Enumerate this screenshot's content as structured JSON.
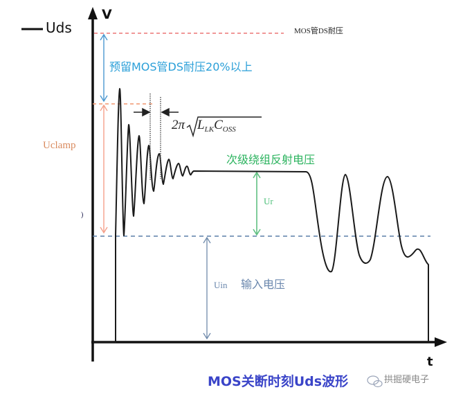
{
  "legend": {
    "line_label": "Uds"
  },
  "axes": {
    "y_label": "V",
    "x_label": "t"
  },
  "annotations": {
    "mos_rating": "MOS管DS耐压",
    "margin_note": "预留MOS管DS耐压20%以上",
    "uclamp": "Uclamp",
    "reflected_voltage": "次级绕组反射电压",
    "ur": "Ur",
    "uin": "Uin",
    "uin_cn": "输入电压",
    "formula_prefix": "2π",
    "formula_L": "L",
    "formula_L_sub": "LK",
    "formula_C": "C",
    "formula_C_sub": "OSS",
    "stray_mark": ")"
  },
  "caption": "MOS关断时刻Uds波形",
  "watermark": {
    "icon": "wechat-icon",
    "text": "拱掘硬电子"
  },
  "colors": {
    "rating_line": "#e85a5a",
    "margin_arrow": "#4a97d0",
    "clamp_line": "#f0956f",
    "clamp_arrow": "#f4a08a",
    "ur_arrow": "#5fbf80",
    "uin_line": "#5a7fa8",
    "uin_arrow": "#6f8aab",
    "waveform": "#1a1a1a",
    "caption": "#3a44c8"
  },
  "chart_data": {
    "type": "line",
    "title": "MOS关断时刻Uds波形",
    "xlabel": "t",
    "ylabel": "V",
    "series": [
      {
        "name": "Uds",
        "description": "Flyback MOSFET drain-source voltage at turn-off: sharp spike with damped LC ringing (period 2π√(LLK·COSS)), plateau at Uin+Ur, then resonant oscillation around Uin before turn-on drop to 0"
      }
    ],
    "levels": [
      {
        "name": "MOS管DS耐压",
        "relative": 1.0
      },
      {
        "name": "Uclamp top (spike clamp)",
        "relative": 0.77
      },
      {
        "name": "Uin + Ur (plateau)",
        "relative": 0.55
      },
      {
        "name": "Uin",
        "relative": 0.34
      },
      {
        "name": "0",
        "relative": 0.0
      }
    ],
    "annotations": [
      "预留MOS管DS耐压20%以上",
      "Uclamp",
      "次级绕组反射电压",
      "Ur",
      "Uin 输入电压",
      "2π√(LLK COSS)"
    ]
  }
}
